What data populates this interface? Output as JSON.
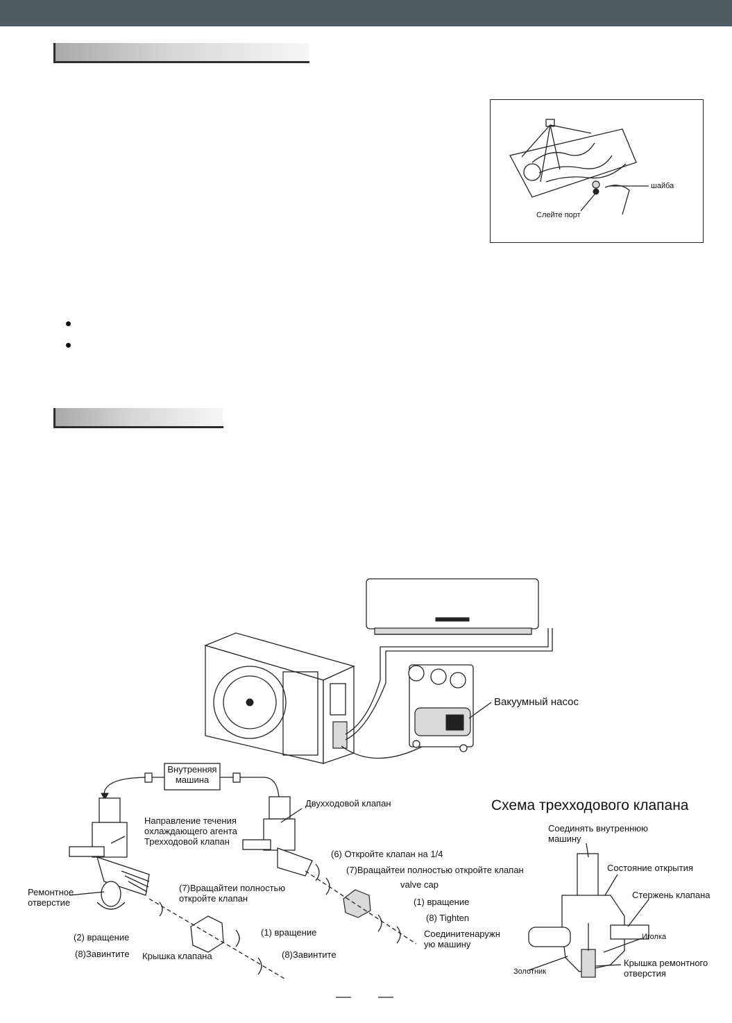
{
  "figure1": {
    "washer_label": "шайба",
    "drain_port_label": "Слейте порт"
  },
  "figure2": {
    "vacuum_pump_label": "Вакуумный насос",
    "indoor_unit_box": "Внутренняя\nмашина",
    "two_way_valve": "Двухходовой клапан",
    "flow_direction": "Направление течения\nохлаждающего агента\nТрехходовой клапан",
    "service_port": "Ремонтное\nотверстие",
    "rotate_2": "(2) вращение",
    "tighten_8_left": "(8)Завинтите",
    "rotate_open_fully_left": "(7)Вращайтеи полностью\nоткройте клапан",
    "valve_cap_left": "Крышка клапана",
    "rotate_1_left": "(1) вращение",
    "tighten_8_bottom": "(8)Завинтите",
    "open_quarter": "(6) Откройте клапан на 1/4",
    "rotate_open_fully_right": "(7)Вращайтеи полностью откройте клапан",
    "valve_cap_right": "valve cap",
    "rotate_1_right": "(1) вращение",
    "tighten_8_right": "(8) Tighten",
    "connect_outdoor": "Соединитенаружн\nую машину"
  },
  "figure3": {
    "title": "Схема трехходового клапана",
    "connect_indoor": "Соединять внутреннюю\nмашину",
    "open_state": "Состояние открытия",
    "valve_stem": "Стержень клапана",
    "needle": "Иголка",
    "service_port_cap": "Крышка ремонтного\nотверстия",
    "spool": "Золотник"
  }
}
